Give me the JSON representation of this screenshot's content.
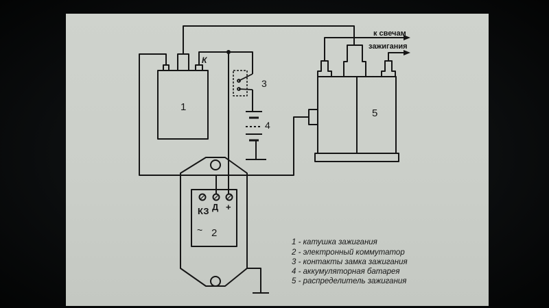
{
  "diagram": {
    "component_numbers": {
      "coil": "1",
      "commutator": "2",
      "switch": "3",
      "battery": "4",
      "distributor": "5"
    },
    "coil_terminal_label": "К",
    "commutator_terminals": [
      "КЗ",
      "Д",
      "+"
    ],
    "commutator_symbol": "~",
    "spark_plug_label_line1": "к свечам",
    "spark_plug_label_line2": "зажигания",
    "legend": [
      "1 - катушка зажигания",
      "2 - электронный коммутатор",
      "3 - контакты замка зажигания",
      "4 - аккумуляторная батарея",
      "5 - распределитель зажигания"
    ]
  },
  "colors": {
    "paper": "#cdd1cb",
    "ink": "#151515",
    "monitor_bezel": "#0b0d0e"
  }
}
